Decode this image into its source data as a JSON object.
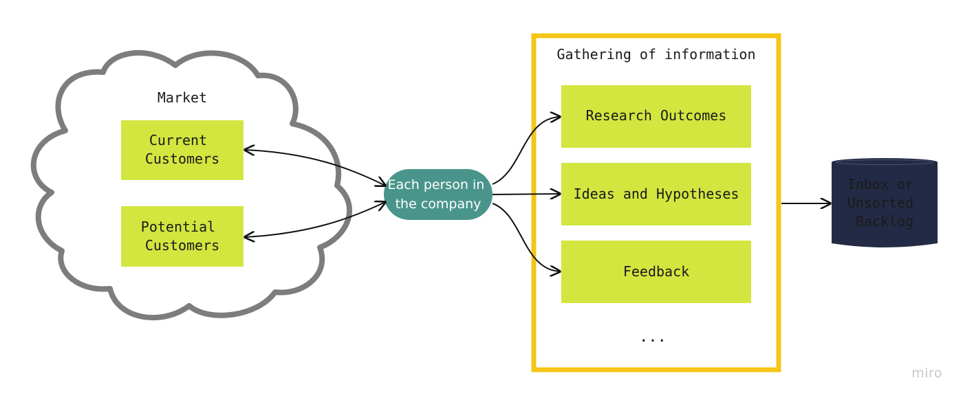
{
  "market": {
    "title": "Market",
    "items": [
      {
        "lines": [
          "Current",
          "Customers"
        ]
      },
      {
        "lines": [
          "Potential",
          "Customers"
        ]
      }
    ]
  },
  "person": {
    "lines": [
      "Each person in",
      "the company"
    ]
  },
  "gathering": {
    "title": "Gathering of information",
    "items": [
      "Research Outcomes",
      "Ideas and Hypotheses",
      "Feedback"
    ],
    "more": "..."
  },
  "backlog": {
    "lines": [
      "Inbox or",
      "Unsorted",
      "Backlog"
    ]
  },
  "watermark": "miro",
  "colors": {
    "box_fill": "#d2e63f",
    "person_fill": "#4a958b",
    "frame_border": "#f5c518",
    "cloud_stroke": "#7d7d7d",
    "backlog_fill": "#232a45"
  }
}
